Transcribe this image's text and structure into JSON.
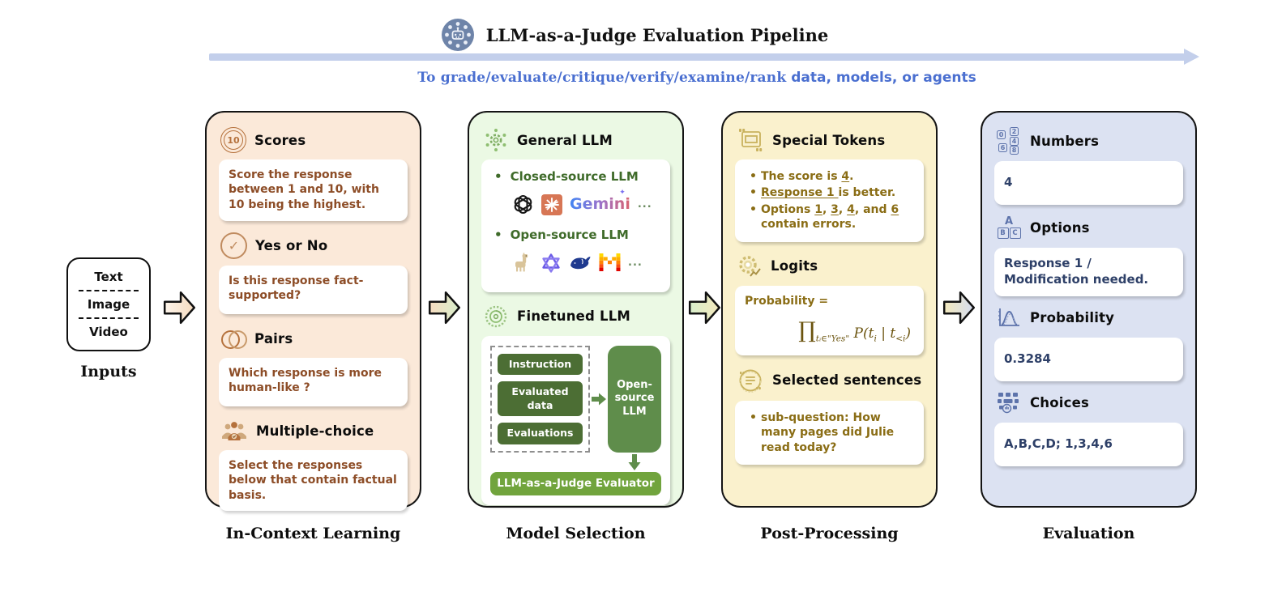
{
  "colors": {
    "panel1_bg": "#fbe9d9",
    "panel1_text": "#8d4d27",
    "panel1_icon": "#b5713c",
    "panel2_bg": "#ebf9e4",
    "panel2_text": "#3f6b2a",
    "panel2_dark_box": "#4c6e34",
    "panel2_mid_box": "#5f8d4b",
    "panel2_bright_box": "#71a43d",
    "panel3_bg": "#faf1cd",
    "panel3_text": "#8a6d15",
    "panel3_icon": "#c9b25e",
    "panel4_bg": "#dce2f2",
    "panel4_text": "#2e4068",
    "panel4_icon": "#5d73ab",
    "timeline_blue": "#c3cfeb",
    "subtitle_blue": "#4a6fd0"
  },
  "header": {
    "title": "LLM-as-a-Judge Evaluation Pipeline",
    "subtitle_emph": "To grade/evaluate/critique/verify/examine/rank",
    "subtitle_rest": " data, models, or agents"
  },
  "inputs": {
    "label": "Inputs",
    "items": [
      "Text",
      "Image",
      "Video"
    ]
  },
  "in_context": {
    "label": "In-Context Learning",
    "scores_badge": "10",
    "sections": [
      {
        "title": "Scores",
        "card": "Score the response between 1 and 10, with 10 being the highest."
      },
      {
        "title": "Yes or No",
        "card": "Is this response fact-supported?"
      },
      {
        "title": "Pairs",
        "card": "Which response is more human-like ?"
      },
      {
        "title": "Multiple-choice",
        "card": "Select the responses below that contain factual basis."
      }
    ]
  },
  "model_selection": {
    "label": "Model Selection",
    "general_title": "General LLM",
    "closed_title": "Closed-source LLM",
    "open_title": "Open-source LLM",
    "gemini_text": "Gemini",
    "closed_more": "...",
    "open_more": "...",
    "finetuned_title": "Finetuned LLM",
    "finetuned_inputs": [
      "Instruction",
      "Evaluated data",
      "Evaluations"
    ],
    "finetuned_model": "Open- source LLM",
    "finetuned_evaluator": "LLM-as-a-Judge Evaluator"
  },
  "post_processing": {
    "label": "Post-Processing",
    "special_title": "Special Tokens",
    "special_items": [
      [
        {
          "t": "The score is "
        },
        {
          "t": "4",
          "u": true
        },
        {
          "t": "."
        }
      ],
      [
        {
          "t": "Response 1 ",
          "u": true
        },
        {
          "t": "is better."
        }
      ],
      [
        {
          "t": "Options "
        },
        {
          "t": "1",
          "u": true
        },
        {
          "t": ", "
        },
        {
          "t": "3",
          "u": true
        },
        {
          "t": ", "
        },
        {
          "t": "4",
          "u": true
        },
        {
          "t": ", and "
        },
        {
          "t": "6",
          "u": true
        },
        {
          "t": " contain errors."
        }
      ]
    ],
    "logits_title": "Logits",
    "logits_lead": "Probability =",
    "logits_formula": [
      {
        "t": "∏",
        "cls": "prod"
      },
      {
        "t": "tᵢ∈\"Yes\"",
        "sub": true
      },
      {
        "t": " P(t",
        "cls": "it"
      },
      {
        "t": "i",
        "sub": true
      },
      {
        "t": " | t",
        "cls": "it"
      },
      {
        "t": "<i",
        "sub": true
      },
      {
        "t": ")",
        "cls": "it"
      }
    ],
    "selected_title": "Selected sentences",
    "selected_card": "sub-question: How many pages did Julie read today?"
  },
  "evaluation": {
    "label": "Evaluation",
    "sections": [
      {
        "title": "Numbers",
        "value": "4"
      },
      {
        "title": "Options",
        "value": "Response 1 / Modification needed."
      },
      {
        "title": "Probability",
        "value": "0.3284"
      },
      {
        "title": "Choices",
        "value": "A,B,C,D; 1,3,4,6"
      }
    ],
    "numbers_icon_digits": [
      "0",
      "2",
      "4",
      "6",
      "8"
    ],
    "options_icon_letters": [
      "A",
      "B",
      "C"
    ]
  }
}
